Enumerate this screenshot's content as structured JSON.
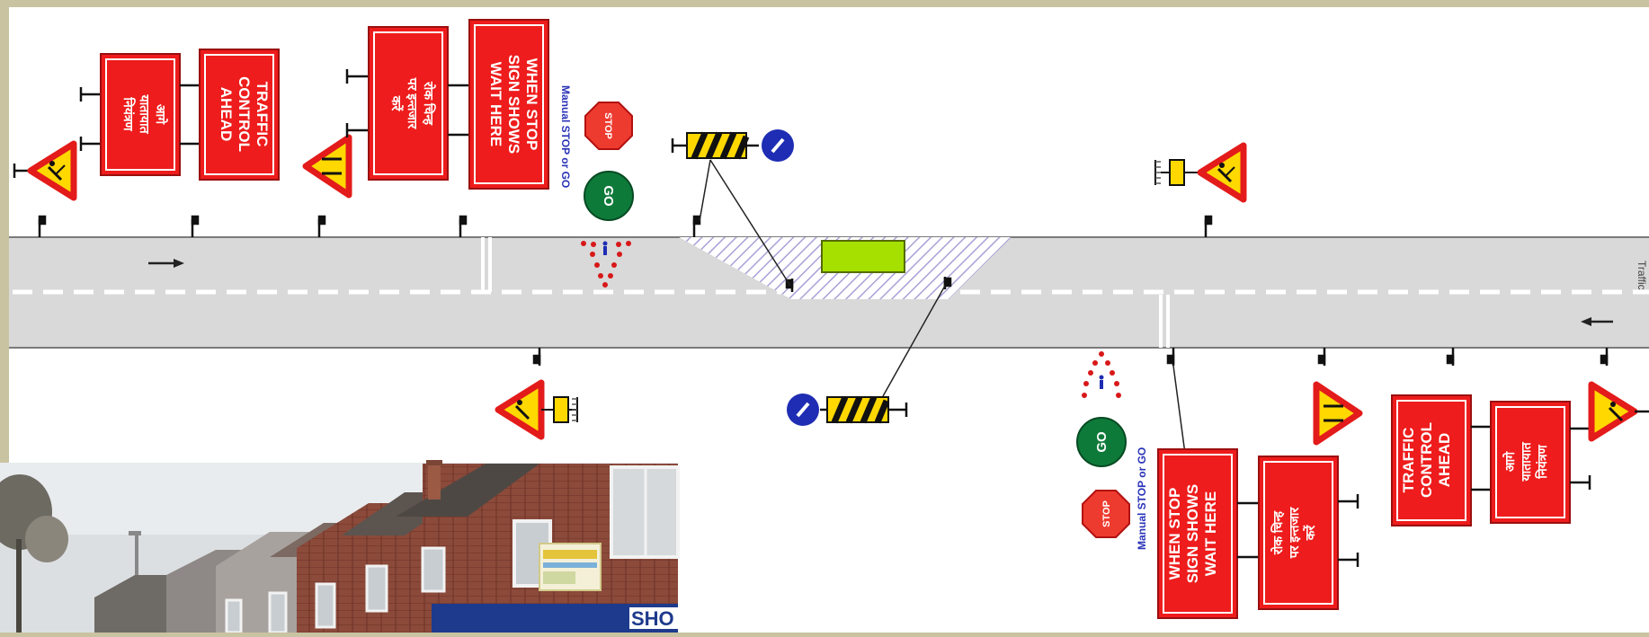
{
  "signs": {
    "traffic_control": "TRAFFIC CONTROL AHEAD",
    "traffic_control_lines": [
      "TRAFFIC",
      "CONTROL",
      "AHEAD"
    ],
    "hindi_traffic_control_lines": [
      "आगे",
      "यातायात",
      "नियंत्रण"
    ],
    "wait_here": "WHEN STOP SIGN SHOWS WAIT HERE",
    "wait_here_lines": [
      "WHEN STOP",
      "SIGN SHOWS",
      "WAIT HERE"
    ],
    "hindi_wait_here_lines": [
      "रोक चिन्ह",
      "पर इन्तजार",
      "करें"
    ],
    "stop_label": "STOP",
    "go_label": "GO",
    "manual_caption": "Manual STOP or GO",
    "edge_text": "Traffic"
  },
  "colors": {
    "background": "#c9c3a1",
    "road": "#d9d9d9",
    "sign_red": "#ee1c1c",
    "warning_yellow": "#ffd800",
    "go_green": "#0e7a3a",
    "work_area_green": "#a6e000",
    "keep_left_blue": "#1e2db3",
    "caption_blue": "#2a33b8"
  },
  "icons": {
    "roadworks": "roadworks-warning-icon",
    "road_narrows": "road-narrows-warning-icon",
    "keep_left": "keep-left-sign-icon",
    "barrier": "striped-barrier-icon",
    "arrow": "traffic-direction-arrow-icon",
    "photo": "street-photo"
  }
}
